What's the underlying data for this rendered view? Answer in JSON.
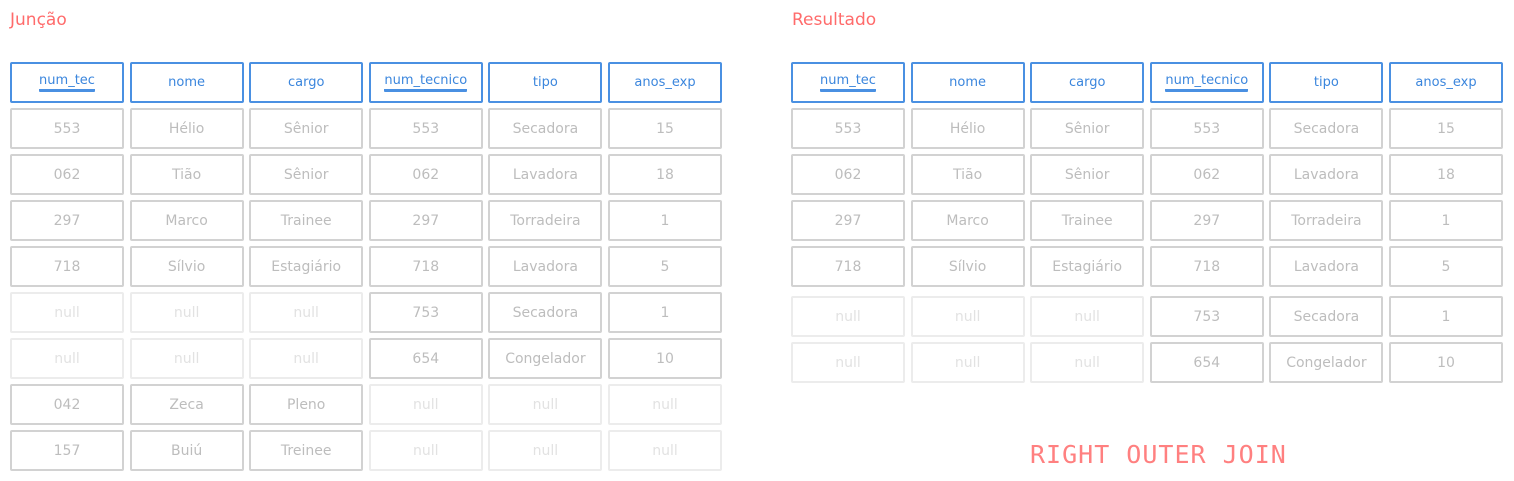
{
  "join_table": {
    "title": "Junção",
    "headers": [
      "num_tec",
      "nome",
      "cargo",
      "num_tecnico",
      "tipo",
      "anos_exp"
    ],
    "key_columns": [
      0,
      3
    ],
    "rows": [
      [
        "553",
        "Hélio",
        "Sênior",
        "553",
        "Secadora",
        "15"
      ],
      [
        "062",
        "Tião",
        "Sênior",
        "062",
        "Lavadora",
        "18"
      ],
      [
        "297",
        "Marco",
        "Trainee",
        "297",
        "Torradeira",
        "1"
      ],
      [
        "718",
        "Sílvio",
        "Estagiário",
        "718",
        "Lavadora",
        "5"
      ],
      [
        "null",
        "null",
        "null",
        "753",
        "Secadora",
        "1"
      ],
      [
        "null",
        "null",
        "null",
        "654",
        "Congelador",
        "10"
      ],
      [
        "042",
        "Zeca",
        "Pleno",
        "null",
        "null",
        "null"
      ],
      [
        "157",
        "Buiú",
        "Treinee",
        "null",
        "null",
        "null"
      ]
    ]
  },
  "result_table": {
    "title": "Resultado",
    "headers": [
      "num_tec",
      "nome",
      "cargo",
      "num_tecnico",
      "tipo",
      "anos_exp"
    ],
    "key_columns": [
      0,
      3
    ],
    "rows": [
      [
        "553",
        "Hélio",
        "Sênior",
        "553",
        "Secadora",
        "15"
      ],
      [
        "062",
        "Tião",
        "Sênior",
        "062",
        "Lavadora",
        "18"
      ],
      [
        "297",
        "Marco",
        "Trainee",
        "297",
        "Torradeira",
        "1"
      ],
      [
        "718",
        "Sílvio",
        "Estagiário",
        "718",
        "Lavadora",
        "5"
      ],
      [
        "null",
        "null",
        "null",
        "753",
        "Secadora",
        "1"
      ],
      [
        "null",
        "null",
        "null",
        "654",
        "Congelador",
        "10"
      ]
    ]
  },
  "join_type_label": "RIGHT OUTER JOIN",
  "colors": {
    "title": "#ff6b6b",
    "header": "#4a90e2",
    "cell_border": "#d2d2d2",
    "null_border": "#ececec"
  }
}
